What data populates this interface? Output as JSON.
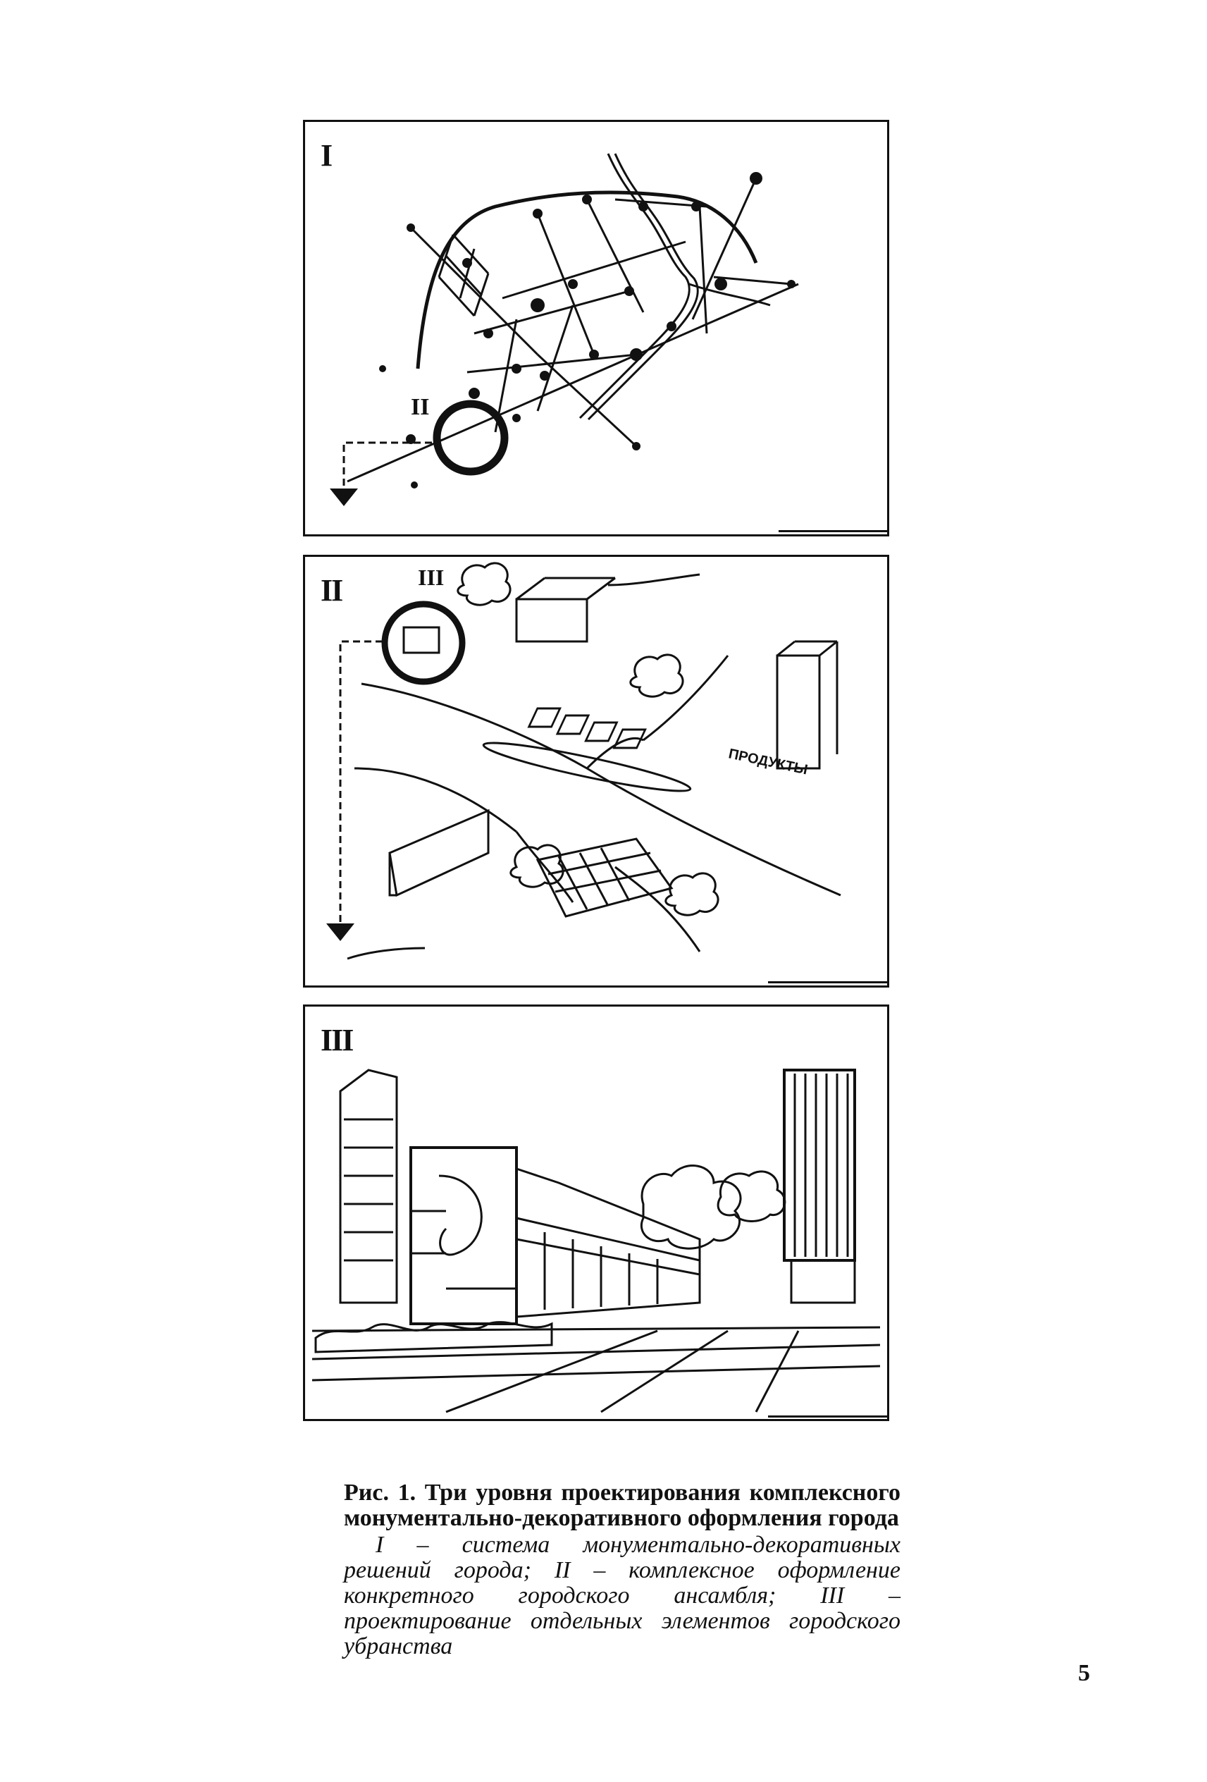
{
  "panels": [
    {
      "label": "I",
      "content": "city plan"
    },
    {
      "label": "II",
      "content": "intersection perspective",
      "inset_label": "III",
      "shop_sign": "ПРОДУКТЫ"
    },
    {
      "label": "III",
      "content": "building perspective"
    }
  ],
  "caption": {
    "title": "Рис. 1. Три уровня проектирования комплексного монументально-декоративного оформления города",
    "description": "I – система монументально-декоративных решений города; II – комплексное оформление конкретного городского ансамбля; III – проектирование отдельных элементов городского убранства"
  },
  "page_number": "5"
}
